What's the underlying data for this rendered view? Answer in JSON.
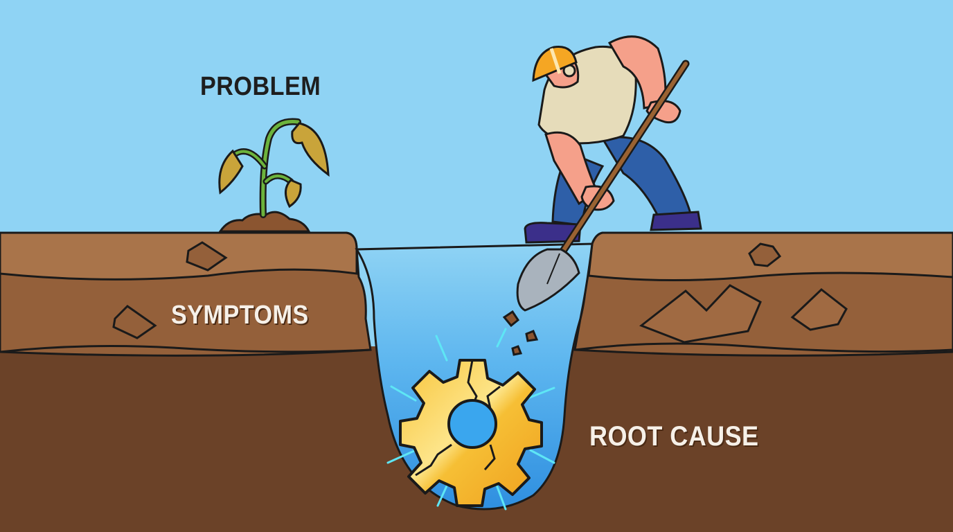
{
  "labels": {
    "problem": "PROBLEM",
    "symptoms": "SYMPTOMS",
    "root_cause": "ROOT CAUSE"
  },
  "colors": {
    "sky": "#8fd3f4",
    "topsoil": "#a9744a",
    "middle_soil": "#94603a",
    "deep_soil": "#6b4228",
    "hole_blue": "#3a9be6",
    "gear_gold": "#f5b62a",
    "outline": "#1a1a1a"
  },
  "elements": {
    "plant": "wilting-plant-icon",
    "worker": "digging-worker",
    "shovel": "shovel-icon",
    "gear": "broken-gear-icon"
  }
}
